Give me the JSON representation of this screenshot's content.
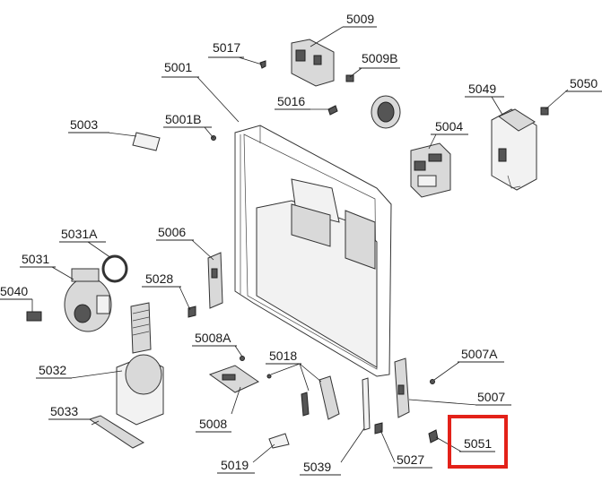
{
  "diagram": {
    "highlight_color": "#e32119",
    "highlighted_part": "5051",
    "labels": {
      "p5009": "5009",
      "p5017": "5017",
      "p5009B": "5009B",
      "p5001": "5001",
      "p5049": "5049",
      "p5050": "5050",
      "p5016": "5016",
      "p5003": "5003",
      "p5001B": "5001B",
      "p5004": "5004",
      "p5031A": "5031A",
      "p5006": "5006",
      "p5031": "5031",
      "p5028": "5028",
      "p5040": "5040",
      "p5008A": "5008A",
      "p5007A": "5007A",
      "p5018": "5018",
      "p5032": "5032",
      "p5007": "5007",
      "p5033": "5033",
      "p5008": "5008",
      "p5051": "5051",
      "p5019": "5019",
      "p5039": "5039",
      "p5027": "5027"
    }
  }
}
